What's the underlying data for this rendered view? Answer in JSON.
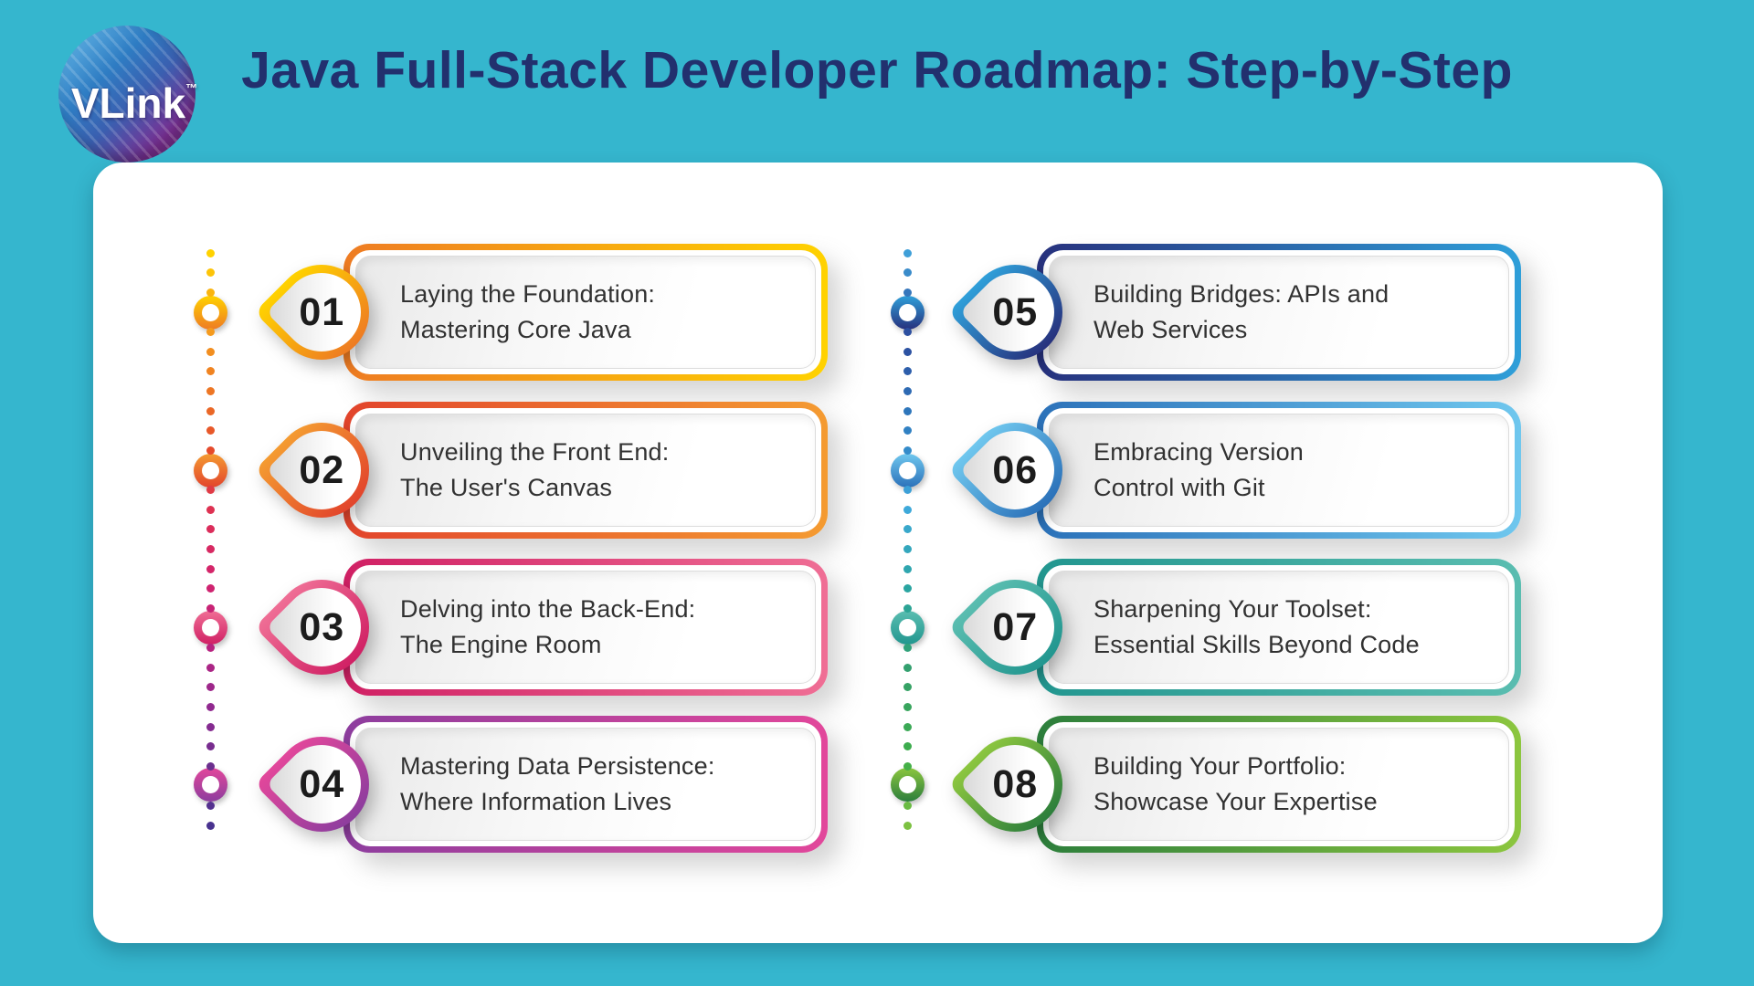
{
  "page": {
    "background": "#35b6ce",
    "board_background": "#ffffff"
  },
  "header": {
    "title": "Java Full-Stack Developer Roadmap: Step-by-Step",
    "title_color": "#22306e"
  },
  "logo": {
    "text": "VLink",
    "tm": "™"
  },
  "text_color": "#313131",
  "steps": [
    {
      "number": "01",
      "line1": "Laying the Foundation:",
      "line2": "Mastering Core Java",
      "color_from": "#ee7b23",
      "color_to": "#ffd200"
    },
    {
      "number": "02",
      "line1": "Unveiling the Front End:",
      "line2": "The User's Canvas",
      "color_from": "#e2442c",
      "color_to": "#f49b31"
    },
    {
      "number": "03",
      "line1": "Delving into the Back-End:",
      "line2": "The Engine Room",
      "color_from": "#d02064",
      "color_to": "#ef6e95"
    },
    {
      "number": "04",
      "line1": "Mastering Data Persistence:",
      "line2": "Where Information Lives",
      "color_from": "#8d3d9e",
      "color_to": "#e2479b"
    },
    {
      "number": "05",
      "line1": "Building Bridges: APIs and",
      "line2": "Web Services",
      "color_from": "#27317d",
      "color_to": "#2f9fd9"
    },
    {
      "number": "06",
      "line1": "Embracing Version",
      "line2": "Control with Git",
      "color_from": "#2b71b9",
      "color_to": "#6fc7ee"
    },
    {
      "number": "07",
      "line1": "Sharpening Your Toolset:",
      "line2": "Essential Skills Beyond Code",
      "color_from": "#22968f",
      "color_to": "#5abdb0"
    },
    {
      "number": "08",
      "line1": "Building Your Portfolio:",
      "line2": "Showcase Your Expertise",
      "color_from": "#2c7e3c",
      "color_to": "#8cc63f"
    }
  ],
  "timeline": {
    "left_stops": [
      "#ffd200",
      "#f7a21b",
      "#ee7b23",
      "#e54a2b",
      "#dd2f55",
      "#d2236e",
      "#b92280",
      "#8e2a90",
      "#63308e",
      "#3f3390"
    ],
    "right_stops": [
      "#3f9fd8",
      "#2b4a9c",
      "#2f7cc0",
      "#3fa9dc",
      "#2aa5a0",
      "#34a06a",
      "#3fae49",
      "#8dc63f"
    ]
  }
}
